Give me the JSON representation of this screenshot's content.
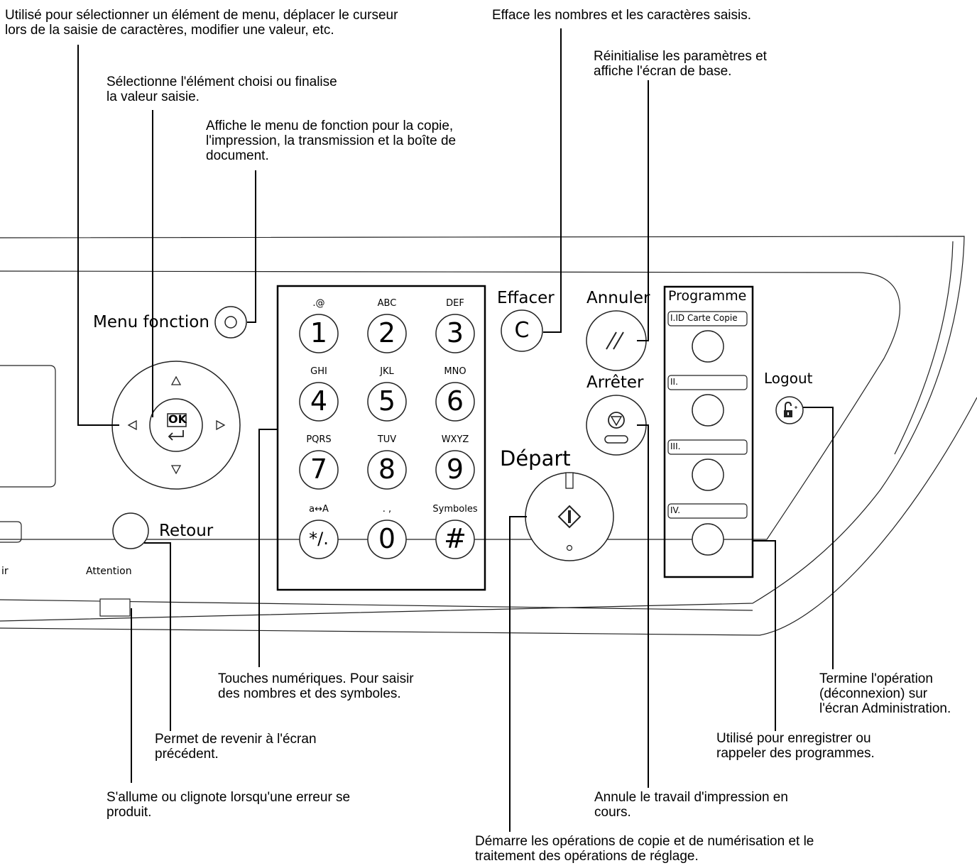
{
  "callouts": {
    "arrows": "Utilisé pour sélectionner un élément de menu, déplacer le curseur\nlors de la saisie de caractères, modifier une valeur, etc.",
    "ok": "Sélectionne l'élément choisi ou finalise\nla valeur saisie.",
    "function_menu": "Affiche le menu de fonction pour la copie,\nl'impression, la transmission et la boîte de\ndocument.",
    "clear": "Efface les nombres et les caractères saisis.",
    "reset": "Réinitialise les paramètres et\naffiche l'écran de base.",
    "numeric": "Touches numériques. Pour saisir\ndes nombres et des symboles.",
    "back": "Permet de revenir à l'écran\nprécédent.",
    "attention": "S'allume ou clignote lorsqu'une erreur se\nproduit.",
    "stop": "Annule le travail d'impression en\ncours.",
    "start": "Démarre les opérations de copie et de numérisation et le\ntraitement des opérations de réglage.",
    "program": "Utilisé pour enregistrer ou\nrappeler des programmes.",
    "logout": "Termine l'opération\n(déconnexion) sur\nl'écran Administration."
  },
  "panel": {
    "menu_fonction": "Menu fonction",
    "effacer": "Effacer",
    "annuler": "Annuler",
    "arreter": "Arrêter",
    "depart": "Départ",
    "retour": "Retour",
    "attention": "Attention",
    "partial_left": "ir",
    "logout": "Logout",
    "programme": "Programme",
    "programs": [
      "I.ID Carte Copie",
      "II.",
      "III.",
      "IV."
    ],
    "ok_key": "OK",
    "clear_glyph": "C"
  },
  "keypad": [
    {
      "digit": "1",
      "sub": ".@"
    },
    {
      "digit": "2",
      "sub": "ABC"
    },
    {
      "digit": "3",
      "sub": "DEF"
    },
    {
      "digit": "4",
      "sub": "GHI"
    },
    {
      "digit": "5",
      "sub": "JKL"
    },
    {
      "digit": "6",
      "sub": "MNO"
    },
    {
      "digit": "7",
      "sub": "PQRS"
    },
    {
      "digit": "8",
      "sub": "TUV"
    },
    {
      "digit": "9",
      "sub": "WXYZ"
    },
    {
      "digit": "*/.",
      "sub": "a↔A"
    },
    {
      "digit": "0",
      "sub": ". ,"
    },
    {
      "digit": "#",
      "sub": "Symboles"
    }
  ]
}
